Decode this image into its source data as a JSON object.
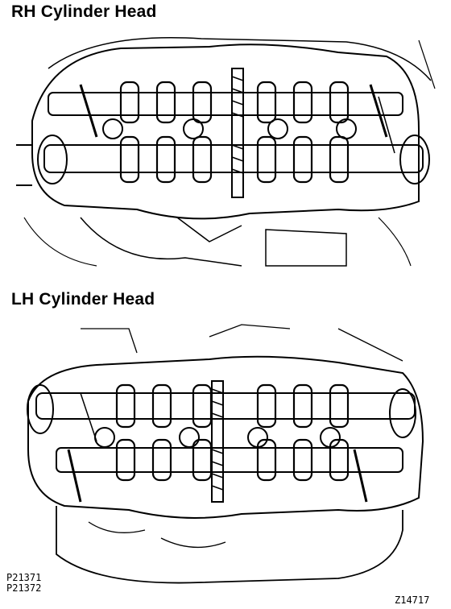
{
  "header_rh": {
    "title": "RH Cylinder Head"
  },
  "header_lh": {
    "title": "LH Cylinder Head"
  },
  "figure_codes": {
    "code1": "P21371",
    "code2": "P21372",
    "code3": "Z14717"
  },
  "colors": {
    "ink": "#000000",
    "paper": "#ffffff"
  }
}
